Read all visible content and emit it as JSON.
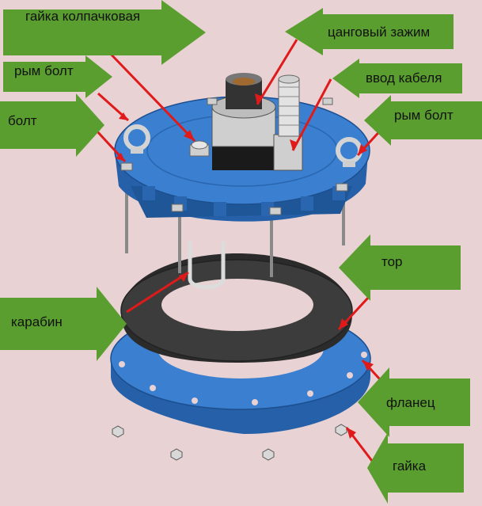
{
  "colors": {
    "background": "#e8d2d3",
    "callout_fill": "#5a9e2f",
    "callout_stroke": "#4a8a26",
    "pointer": "#e01a1a",
    "part_blue": "#3a7fd0",
    "part_blue_dark": "#2560a8",
    "torus": "#3a3a3a",
    "hardware": "#d4d4d4"
  },
  "labels": {
    "cap_nut": "гайка колпачковая",
    "eye_bolt_left": "рым болт",
    "bolt": "болт",
    "collet_clamp": "цанговый зажим",
    "cable_entry": "ввод кабеля",
    "eye_bolt_right": "рым болт",
    "torus": "тор",
    "carabiner": "карабин",
    "flange": "фланец",
    "nut": "гайка"
  }
}
